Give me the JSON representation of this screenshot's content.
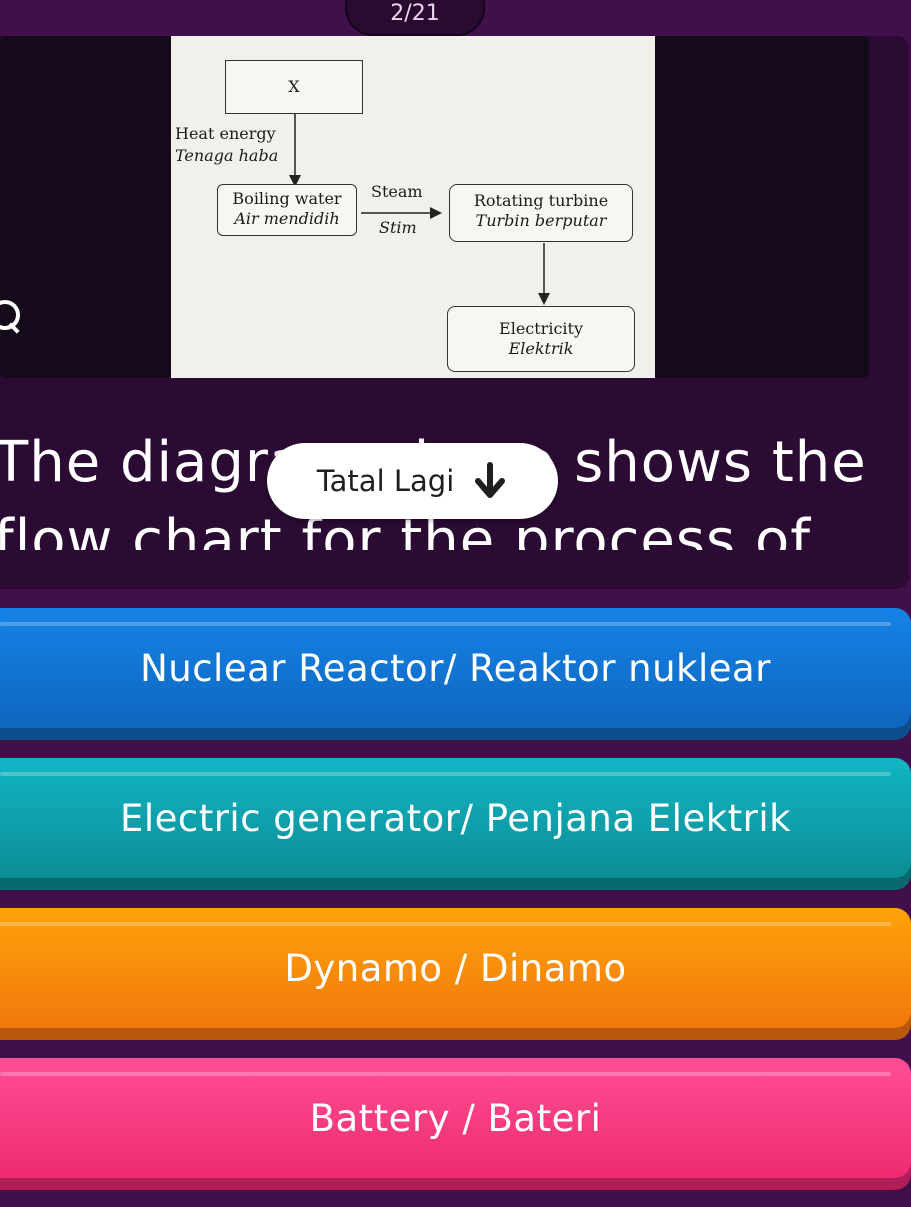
{
  "progress": {
    "label": "2/21"
  },
  "diagram": {
    "x_label": "X",
    "heat_en": "Heat energy",
    "heat_ms": "Tenaga haba",
    "boil_en": "Boiling water",
    "boil_ms": "Air mendidih",
    "steam_en": "Steam",
    "steam_ms": "Stim",
    "turbine_en": "Rotating turbine",
    "turbine_ms": "Turbin berputar",
    "elec_en": "Electricity",
    "elec_ms": "Elektrik"
  },
  "question": {
    "text": "The diagram above shows the flow chart for the process of",
    "more_label": "Tatal Lagi"
  },
  "options": [
    {
      "label": "Nuclear Reactor/ Reaktor nuklear",
      "color": "#1583e6"
    },
    {
      "label": "Electric generator/ Penjana Elektrik",
      "color": "#12b5c4"
    },
    {
      "label": "Dynamo / Dinamo",
      "color": "#ffa30a"
    },
    {
      "label": "Battery / Bateri",
      "color": "#ff4f94"
    }
  ]
}
